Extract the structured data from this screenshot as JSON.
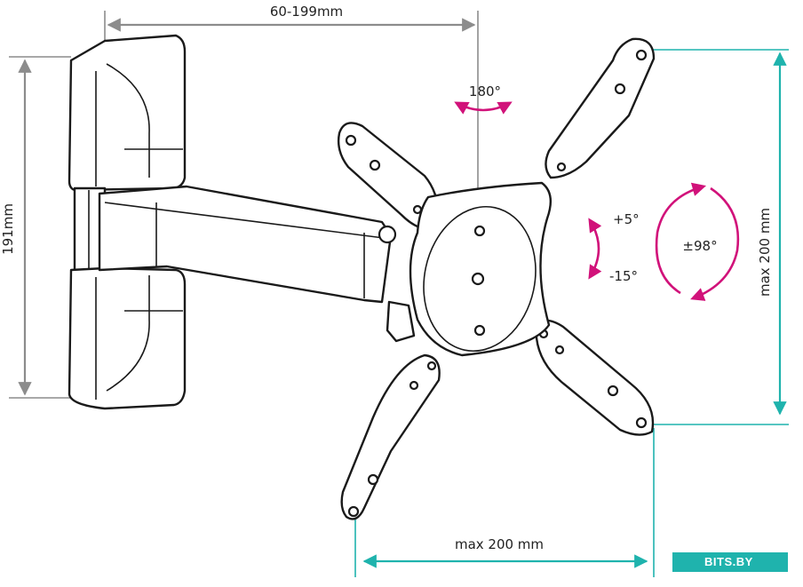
{
  "dimensions": {
    "arm_extension": "60-199mm",
    "wall_plate_height": "191mm",
    "max_vertical": "max 200 mm",
    "max_horizontal": "max 200 mm"
  },
  "angles": {
    "swivel": "180°",
    "tilt_up": "+5°",
    "tilt_down": "-15°",
    "rotation": "±98°"
  },
  "watermark": "BITS.BY",
  "colors": {
    "teal": "#1fb3ad",
    "magenta": "#d1127a",
    "gray": "#8c8c8c",
    "outline": "#1a1a1a"
  }
}
